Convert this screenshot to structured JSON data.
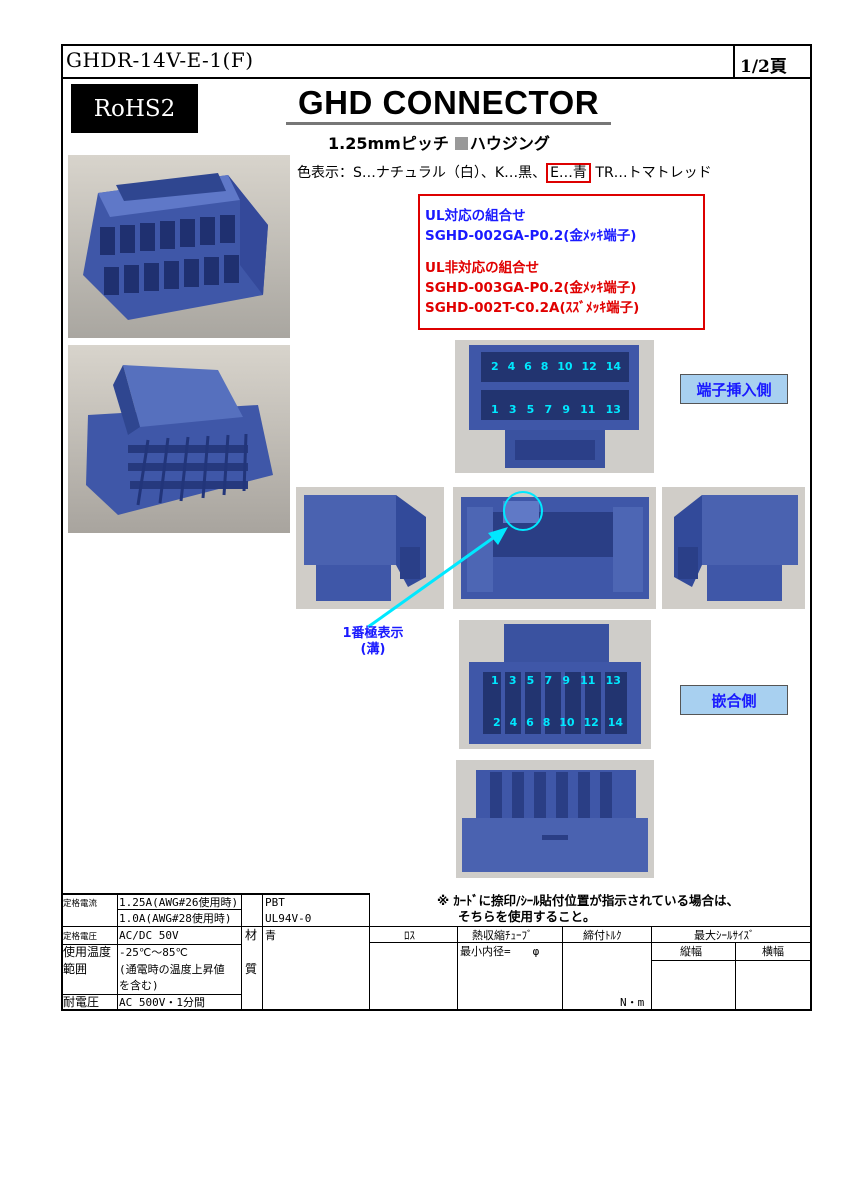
{
  "header": {
    "part_number": "GHDR-14V-E-1(F)",
    "page": "1/2頁"
  },
  "badge": {
    "rohs": "RoHS2"
  },
  "title": "GHD CONNECTOR",
  "subtitle": {
    "pitch": "1.25mmピッチ",
    "kind": "ハウジング"
  },
  "color_legend": {
    "prefix": "色表示：S…ナチュラル（白）、K…黒、",
    "selected": "E…青",
    "suffix": " TR…トマトレッド"
  },
  "ul_box": {
    "ul_heading": "UL対応の組合せ",
    "ul_item": "SGHD-002GA-P0.2(金ﾒｯｷ端子)",
    "non_ul_heading": "UL非対応の組合せ",
    "non_ul_items": [
      "SGHD-003GA-P0.2(金ﾒｯｷ端子)",
      "SGHD-002T-C0.2A(ｽｽﾞﾒｯｷ端子)"
    ]
  },
  "labels": {
    "insert_side": "端子挿入側",
    "mating_side": "嵌合側",
    "pin1_line1": "1番極表示",
    "pin1_line2": "(溝)"
  },
  "pins": {
    "insert_top": [
      "2",
      "4",
      "6",
      "8",
      "10",
      "12",
      "14"
    ],
    "insert_bottom": [
      "1",
      "3",
      "5",
      "7",
      "9",
      "11",
      "13"
    ],
    "mating_top": [
      "1",
      "3",
      "5",
      "7",
      "9",
      "11",
      "13"
    ],
    "mating_bottom": [
      "2",
      "4",
      "6",
      "8",
      "10",
      "12",
      "14"
    ]
  },
  "note": {
    "line1": "※ ｶｰﾄﾞに捺印/ｼｰﾙ貼付位置が指示されている場合は、",
    "line2": "そちらを使用すること。"
  },
  "spec_table": {
    "rated_current_label": "定格電流",
    "rated_current_1": "1.25A(AWG#26使用時)",
    "rated_current_2": "1.0A(AWG#28使用時)",
    "rated_voltage_label": "定格電圧",
    "rated_voltage": "AC/DC 50V",
    "temp_label_1": "使用温度",
    "temp_label_2": "範囲",
    "temp_value_1": "-25℃～85℃",
    "temp_value_2": "(通電時の温度上昇値",
    "temp_value_3": "を含む)",
    "withstand_label": "耐電圧",
    "withstand_value": "AC 500V・1分間",
    "material_label_1": "材",
    "material_label_2": "質",
    "material_1": "PBT",
    "material_2": "UL94V-0",
    "material_color": "青",
    "col_lot": "ﾛｽ",
    "col_shrink": "熱収縮ﾁｭｰﾌﾞ",
    "shrink_value": "最小内径=　　φ",
    "col_torque": "締付ﾄﾙｸ",
    "torque_unit": "N・m",
    "col_seal": "最大ｼｰﾙｻｲｽﾞ",
    "seal_height": "縦幅",
    "seal_width": "横幅"
  },
  "colors": {
    "housing_blue": "#3f57a8",
    "label_bg": "#a8d0f0",
    "accent_red": "#dd0000",
    "text_blue": "#1a1aff",
    "pin_cyan": "#00e8ff"
  }
}
